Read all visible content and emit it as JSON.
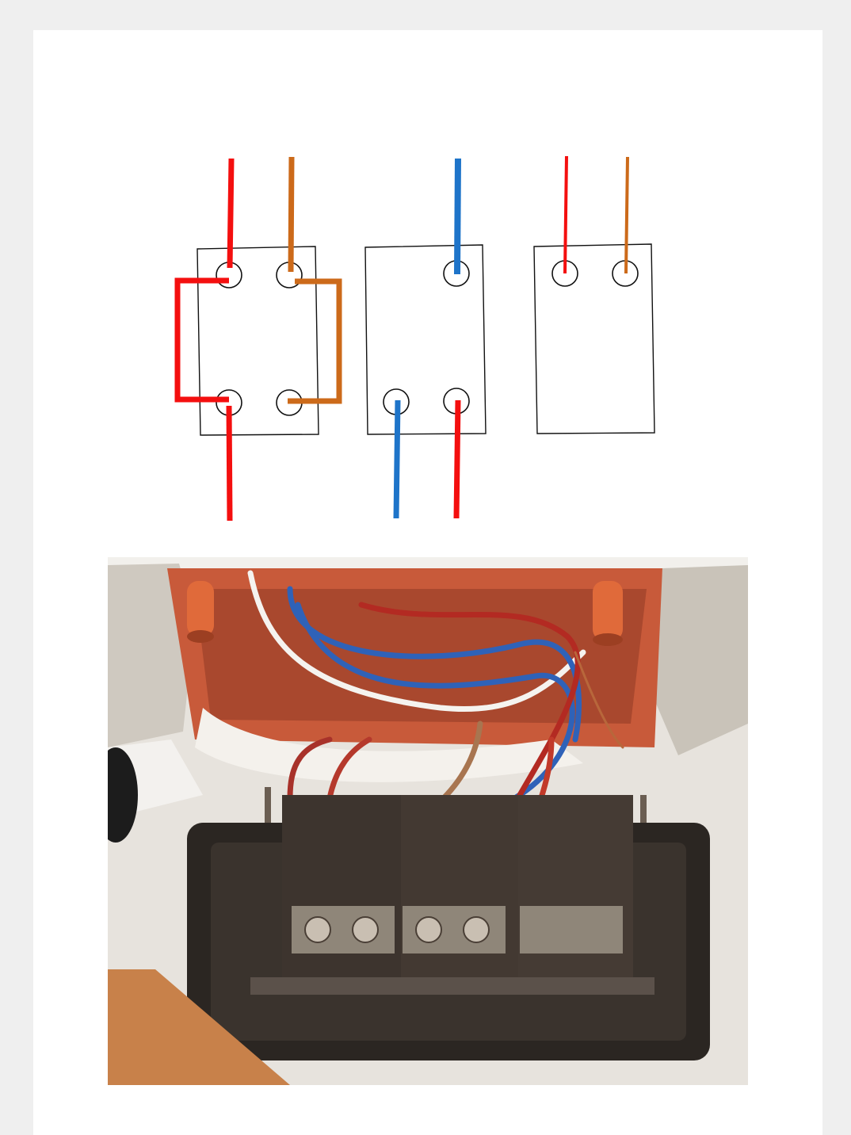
{
  "colors": {
    "page_background": "#efefef",
    "card_background": "#ffffff",
    "wire_red": "#f40f0f",
    "wire_orange": "#cc6a1a",
    "wire_blue": "#1e74c9",
    "outline": "#111111"
  },
  "diagram": {
    "modules": [
      {
        "id": "switch-left",
        "terminals": 4,
        "wires": [
          "red",
          "orange",
          "red-loop",
          "orange-loop",
          "red-out"
        ]
      },
      {
        "id": "switch-middle",
        "terminals": 3,
        "wires": [
          "blue-in",
          "blue-out",
          "red-out"
        ]
      },
      {
        "id": "switch-right",
        "terminals": 2,
        "wires": [
          "red-in",
          "orange-in"
        ]
      }
    ]
  },
  "photo": {
    "subject": "wired-switch-plate-in-wall-box",
    "wire_colors": [
      "red",
      "blue",
      "brown",
      "white"
    ]
  }
}
